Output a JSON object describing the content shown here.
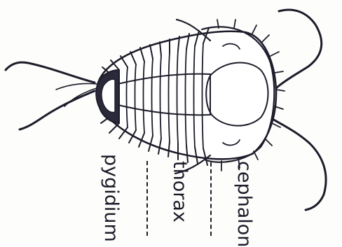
{
  "figure": {
    "labels": {
      "cephalon": "cephalon",
      "thorax": "thorax",
      "pygidium": "pygidium"
    }
  }
}
